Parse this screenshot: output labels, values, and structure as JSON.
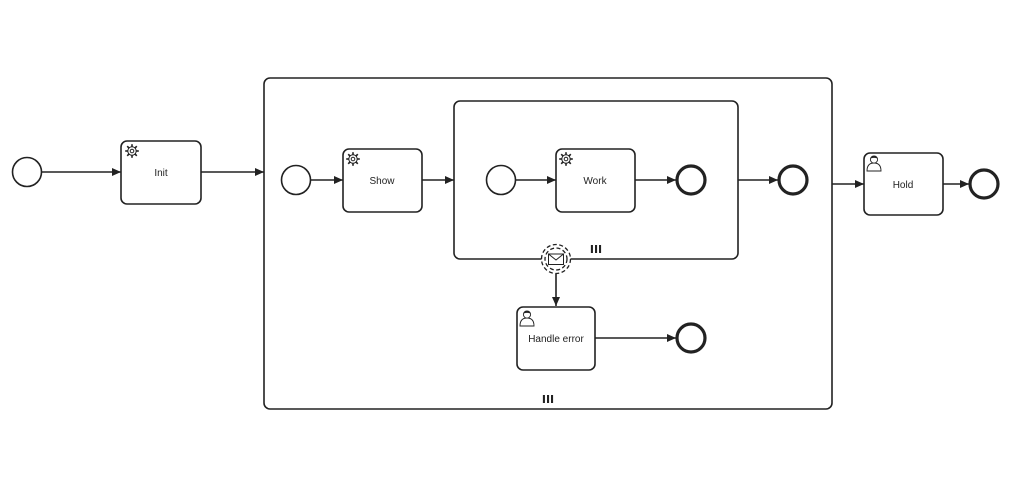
{
  "diagram": {
    "colors": {
      "stroke": "#222222",
      "fill": "#ffffff",
      "background": "#ffffff"
    },
    "tasks": {
      "init": {
        "label": "Init",
        "icon": "gear-icon"
      },
      "show": {
        "label": "Show",
        "icon": "gear-icon"
      },
      "work": {
        "label": "Work",
        "icon": "gear-icon"
      },
      "handle_error": {
        "label": "Handle error",
        "icon": "user-icon"
      },
      "hold": {
        "label": "Hold",
        "icon": "user-icon"
      }
    },
    "subprocess_outer": {
      "marker": "III"
    },
    "subprocess_inner": {
      "marker": "III"
    },
    "boundary_event": {
      "icon": "envelope-icon",
      "style": "dashed"
    }
  }
}
